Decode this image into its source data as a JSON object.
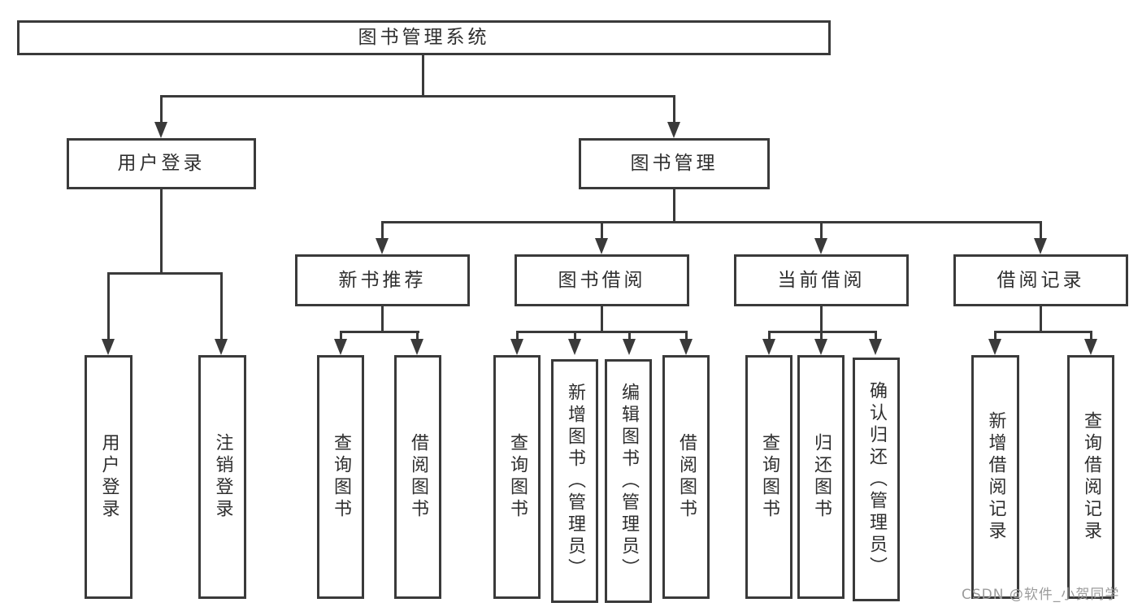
{
  "diagram": {
    "type": "hierarchy-tree",
    "title": "图书管理系统",
    "nodes": {
      "root": {
        "label": "图书管理系统"
      },
      "level2": [
        {
          "label": "用户登录"
        },
        {
          "label": "图书管理"
        }
      ],
      "level3": [
        {
          "label": "新书推荐"
        },
        {
          "label": "图书借阅"
        },
        {
          "label": "当前借阅"
        },
        {
          "label": "借阅记录"
        }
      ],
      "leaves": [
        {
          "label": "用户登录",
          "parent": "用户登录"
        },
        {
          "label": "注销登录",
          "parent": "用户登录"
        },
        {
          "label": "查询图书",
          "parent": "新书推荐"
        },
        {
          "label": "借阅图书",
          "parent": "新书推荐"
        },
        {
          "label": "查询图书",
          "parent": "图书借阅"
        },
        {
          "label": "新增图书（管理员）",
          "parent": "图书借阅"
        },
        {
          "label": "编辑图书（管理员）",
          "parent": "图书借阅"
        },
        {
          "label": "借阅图书",
          "parent": "图书借阅"
        },
        {
          "label": "查询图书",
          "parent": "当前借阅"
        },
        {
          "label": "归还图书",
          "parent": "当前借阅"
        },
        {
          "label": "确认归还（管理员）",
          "parent": "当前借阅"
        },
        {
          "label": "新增借阅记录",
          "parent": "借阅记录"
        },
        {
          "label": "查询借阅记录",
          "parent": "借阅记录"
        }
      ]
    }
  },
  "watermark": {
    "text": "CSDN @软件_小贺同学"
  },
  "colors": {
    "line": "#3a3a3a",
    "text": "#2f2f2f",
    "watermark": "#9b9b9b",
    "bg": "#ffffff"
  }
}
